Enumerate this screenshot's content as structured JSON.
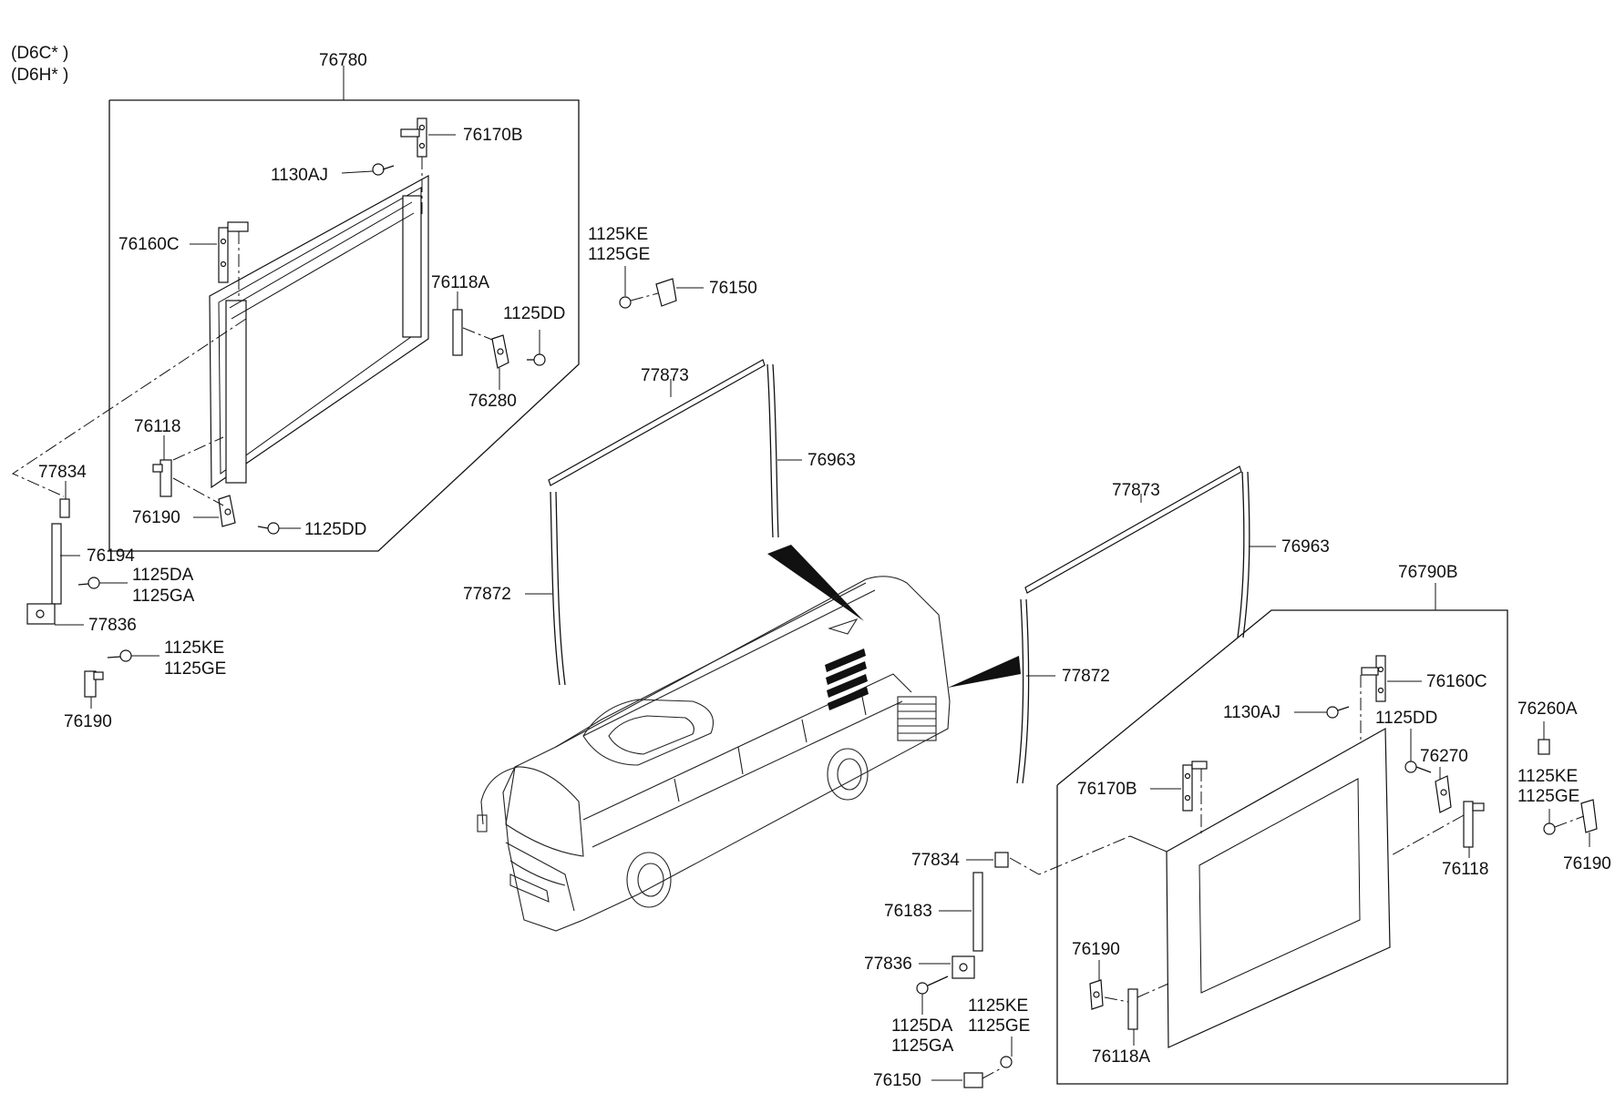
{
  "variants": [
    "(D6C* )",
    "(D6H* )"
  ],
  "labels": {
    "l_76780": "76780",
    "l_76170B_a": "76170B",
    "l_1130AJ_a": "1130AJ",
    "l_76160C_a": "76160C",
    "l_76118A_a": "76118A",
    "l_1125DD_a": "1125DD",
    "l_76280": "76280",
    "l_76118_a": "76118",
    "l_76190_a": "76190",
    "l_1125DD_b": "1125DD",
    "l_77834_a": "77834",
    "l_76194": "76194",
    "l_1125DA_a": "1125DA",
    "l_1125GA_a": "1125GA",
    "l_77836_a": "77836",
    "l_1125KE_a": "1125KE",
    "l_1125GE_a": "1125GE",
    "l_76190_b": "76190",
    "l_1125KE_b": "1125KE",
    "l_1125GE_b": "1125GE",
    "l_76150_a": "76150",
    "l_77873_a": "77873",
    "l_76963_a": "76963",
    "l_77872_a": "77872",
    "l_77873_b": "77873",
    "l_76963_b": "76963",
    "l_77872_b": "77872",
    "l_76790B": "76790B",
    "l_76160C_b": "76160C",
    "l_1130AJ_b": "1130AJ",
    "l_1125DD_c": "1125DD",
    "l_76270": "76270",
    "l_76260A": "76260A",
    "l_1125KE_c": "1125KE",
    "l_1125GE_c": "1125GE",
    "l_76170B_b": "76170B",
    "l_76118_b": "76118",
    "l_76190_c": "76190",
    "l_77834_b": "77834",
    "l_76183": "76183",
    "l_77836_b": "77836",
    "l_76190_d": "76190",
    "l_1125DA_b": "1125DA",
    "l_1125GA_b": "1125GA",
    "l_1125KE_d": "1125KE",
    "l_1125GE_d": "1125GE",
    "l_76118A_b": "76118A",
    "l_76150_b": "76150"
  }
}
